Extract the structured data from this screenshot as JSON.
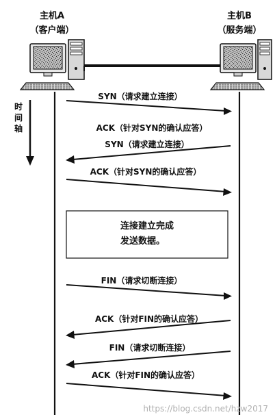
{
  "host_a": {
    "name": "主机A",
    "role": "（客户端）"
  },
  "host_b": {
    "name": "主机B",
    "role": "（服务端）"
  },
  "time_axis": [
    "时",
    "间",
    "轴"
  ],
  "messages": [
    {
      "text": "SYN（请求建立连接）",
      "direction": "a-to-b"
    },
    {
      "text": "ACK（针对SYN的确认应答）",
      "direction": "b-to-a"
    },
    {
      "text": "SYN（请求建立连接）",
      "direction": "b-to-a"
    },
    {
      "text": "ACK（针对SYN的确认应答）",
      "direction": "a-to-b"
    },
    {
      "text": "FIN（请求切断连接）",
      "direction": "a-to-b"
    },
    {
      "text": "ACK（针对FIN的确认应答）",
      "direction": "b-to-a"
    },
    {
      "text": "FIN（请求切断连接）",
      "direction": "b-to-a"
    },
    {
      "text": "ACK（针对FIN的确认应答）",
      "direction": "a-to-b"
    }
  ],
  "connection_box": [
    "连接建立完成",
    "发送数据。"
  ],
  "watermark": "https://blog.csdn.net/hzw2017"
}
